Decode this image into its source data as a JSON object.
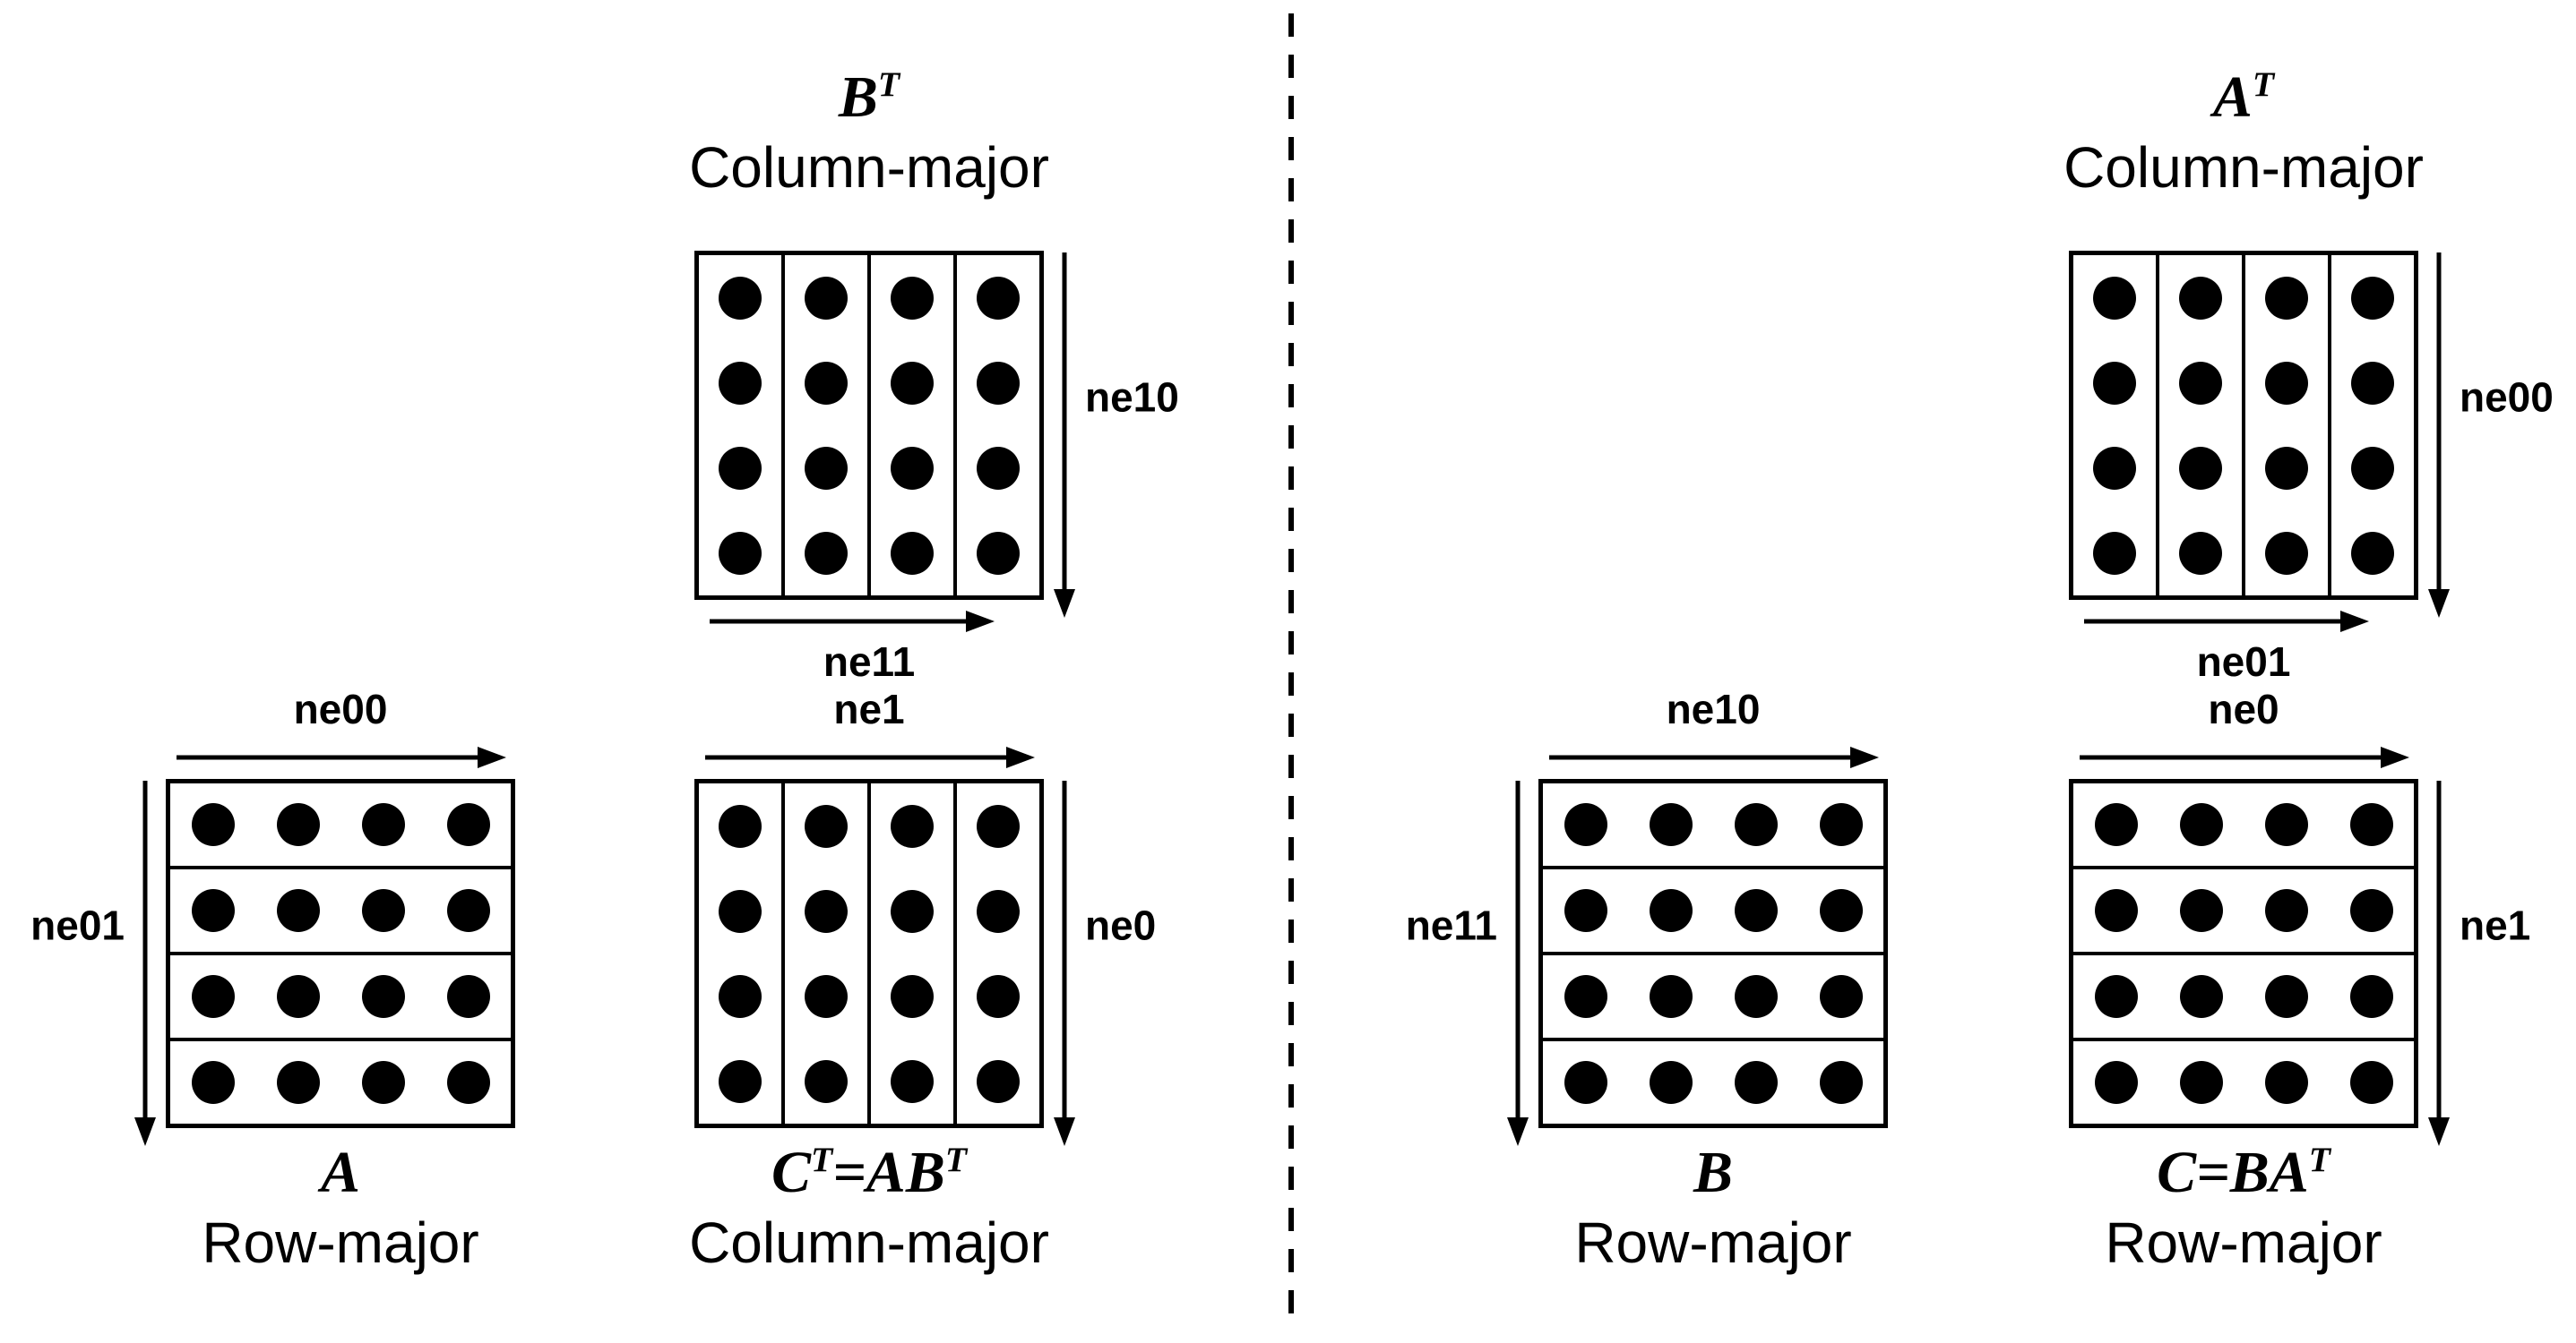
{
  "grid": {
    "cells_per_matrix": 4,
    "dots_per_cell": 4
  },
  "panels": {
    "left": {
      "top": {
        "name": "B^T",
        "layout": "Column-major",
        "right_arrow": "ne10",
        "bottom_arrow": "ne11"
      },
      "bottom_left": {
        "name": "A",
        "layout": "Row-major",
        "top_arrow": "ne00",
        "left_arrow": "ne01"
      },
      "bottom_right": {
        "name": "C^T=AB^T",
        "layout": "Column-major",
        "top_arrow": "ne1",
        "right_arrow": "ne0"
      }
    },
    "right": {
      "top": {
        "name": "A^T",
        "layout": "Column-major",
        "right_arrow": "ne00",
        "bottom_arrow": "ne01"
      },
      "bottom_left": {
        "name": "B",
        "layout": "Row-major",
        "top_arrow": "ne10",
        "left_arrow": "ne11"
      },
      "bottom_right": {
        "name": "C=BA^T",
        "layout": "Row-major",
        "top_arrow": "ne0",
        "right_arrow": "ne1"
      }
    }
  }
}
